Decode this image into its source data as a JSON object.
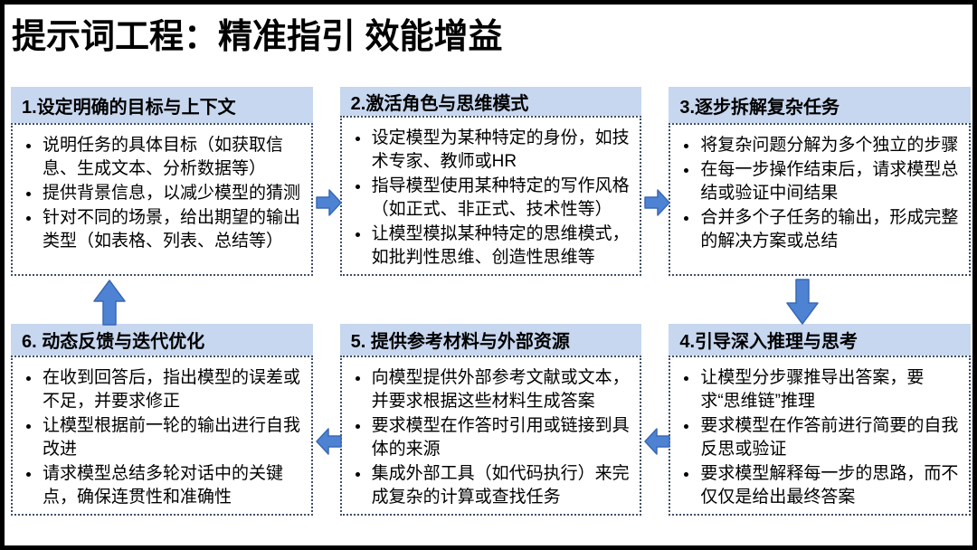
{
  "title": "提示词工程：精准指引 效能增益",
  "colors": {
    "header_bg": "#c7d7ef",
    "arrow_fill": "#4e83d4",
    "arrow_stroke": "#3a68b5",
    "dotted_border": "#3f4f66",
    "frame_border": "#000000",
    "text": "#000000"
  },
  "boxes": [
    {
      "title": "1.设定明确的目标与上下文",
      "bullets": [
        "说明任务的具体目标（如获取信息、生成文本、分析数据等）",
        "提供背景信息，以减少模型的猜测",
        "针对不同的场景，给出期望的输出类型（如表格、列表、总结等）"
      ]
    },
    {
      "title": "2.激活角色与思维模式",
      "bullets": [
        "设定模型为某种特定的身份，如技术专家、教师或HR",
        "指导模型使用某种特定的写作风格（如正式、非正式、技术性等）",
        "让模型模拟某种特定的思维模式，如批判性思维、创造性思维等"
      ]
    },
    {
      "title": "3.逐步拆解复杂任务",
      "bullets": [
        "将复杂问题分解为多个独立的步骤",
        "在每一步操作结束后，请求模型总结或验证中间结果",
        "合并多个子任务的输出，形成完整的解决方案或总结"
      ]
    },
    {
      "title": "4.引导深入推理与思考",
      "bullets": [
        "让模型分步骤推导出答案，要求“思维链”推理",
        "要求模型在作答前进行简要的自我反思或验证",
        "要求模型解释每一步的思路，而不仅仅是给出最终答案"
      ]
    },
    {
      "title": "5. 提供参考材料与外部资源",
      "bullets": [
        "向模型提供外部参考文献或文本，并要求根据这些材料生成答案",
        "要求模型在作答时引用或链接到具体的来源",
        "集成外部工具（如代码执行）来完成复杂的计算或查找任务"
      ]
    },
    {
      "title": "6. 动态反馈与迭代优化",
      "bullets": [
        "在收到回答后，指出模型的误差或不足，并要求修正",
        "让模型根据前一轮的输出进行自我改进",
        "请求模型总结多轮对话中的关键点，确保连贯性和准确性"
      ]
    }
  ],
  "arrows": [
    {
      "name": "arrow-1-to-2",
      "direction": "right"
    },
    {
      "name": "arrow-2-to-3",
      "direction": "right"
    },
    {
      "name": "arrow-3-to-4",
      "direction": "down"
    },
    {
      "name": "arrow-4-to-5",
      "direction": "left"
    },
    {
      "name": "arrow-5-to-6",
      "direction": "left"
    },
    {
      "name": "arrow-6-to-1",
      "direction": "up"
    }
  ]
}
